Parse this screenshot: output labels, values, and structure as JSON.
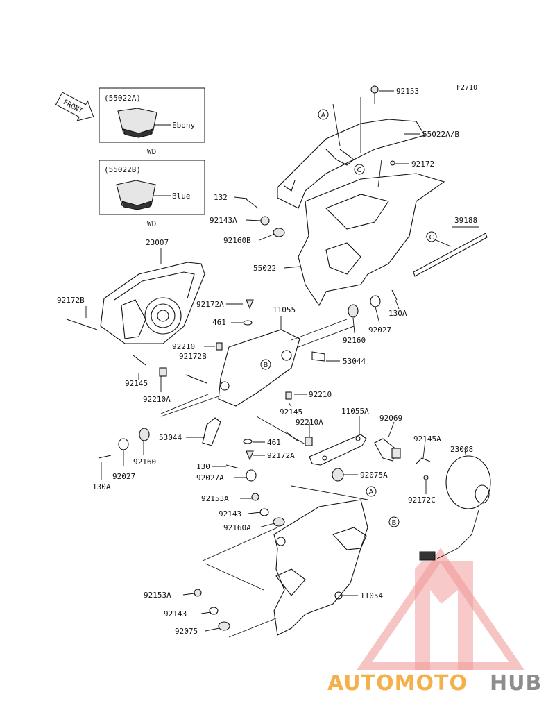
{
  "figure_code": "F2710",
  "front_label": "FRONT",
  "insets": [
    {
      "code": "(55022A)",
      "color": "Ebony",
      "variant": "WD"
    },
    {
      "code": "(55022B)",
      "color": "Blue",
      "variant": "WD"
    }
  ],
  "callouts": {
    "A": "A",
    "B": "B",
    "C": "C"
  },
  "parts": {
    "p92153": "92153",
    "p55022AB": "55022A/B",
    "p92172": "92172",
    "p132": "132",
    "p92143A": "92143A",
    "p92160B": "92160B",
    "p39188": "39188",
    "p55022": "55022",
    "p23007": "23007",
    "p92172B_top": "92172B",
    "p92172A_top": "92172A",
    "p11055": "11055",
    "p130A_r": "130A",
    "p461_top": "461",
    "p92160_r": "92160",
    "p92027_r": "92027",
    "p92210_top": "92210",
    "p92172B_mid": "92172B",
    "p53044_r": "53044",
    "p92145_l": "92145",
    "p92210A_l": "92210A",
    "p92210_r": "92210",
    "p92145_mid": "92145",
    "p11055A": "11055A",
    "p92210A_mid": "92210A",
    "p92069": "92069",
    "p92145A": "92145A",
    "p23008": "23008",
    "p53044_l": "53044",
    "p461_low": "461",
    "p92172A_low": "92172A",
    "p92160_l": "92160",
    "p130": "130",
    "p92027_l": "92027",
    "p130A_l": "130A",
    "p92027A": "92027A",
    "p92075A": "92075A",
    "p92172C": "92172C",
    "p92153A_1": "92153A",
    "p92143_1": "92143",
    "p92160A": "92160A",
    "p11054": "11054",
    "p92153A_2": "92153A",
    "p92143_2": "92143",
    "p92075": "92075"
  },
  "watermark": {
    "auto": "AUTOMOTO",
    "hub": "HUB",
    "color_auto": "#f4b04a",
    "color_hub": "#8d8d8d",
    "color_triangle": "#ee8a8a"
  }
}
